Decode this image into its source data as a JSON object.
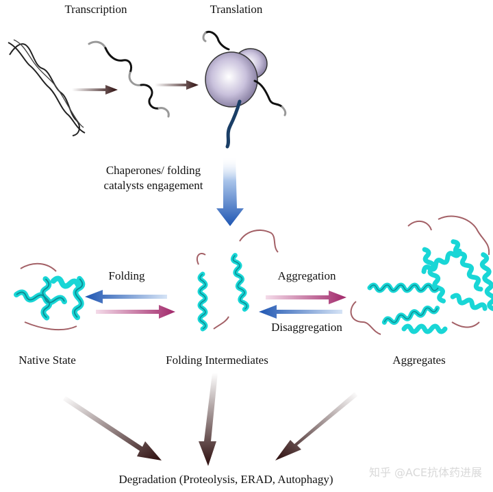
{
  "labels": {
    "transcription": "Transcription",
    "translation": "Translation",
    "chaperones_line1": "Chaperones/ folding",
    "chaperones_line2": "catalysts engagement",
    "folding": "Folding",
    "aggregation": "Aggregation",
    "disaggregation": "Disaggregation",
    "native_state": "Native State",
    "folding_intermediates": "Folding Intermediates",
    "aggregates": "Aggregates",
    "degradation": "Degradation (Proteolysis, ERAD, Autophagy)"
  },
  "watermark": "知乎 @ACE抗体药进展",
  "colors": {
    "helix": "#19d6d6",
    "helix_dark": "#0a8f96",
    "coil": "#a36066",
    "ribosome": "#c4bcd8",
    "blue_arrow": "#2a62b8",
    "magenta_arrow": "#b0457e",
    "dark_arrow": "#3a1414"
  }
}
